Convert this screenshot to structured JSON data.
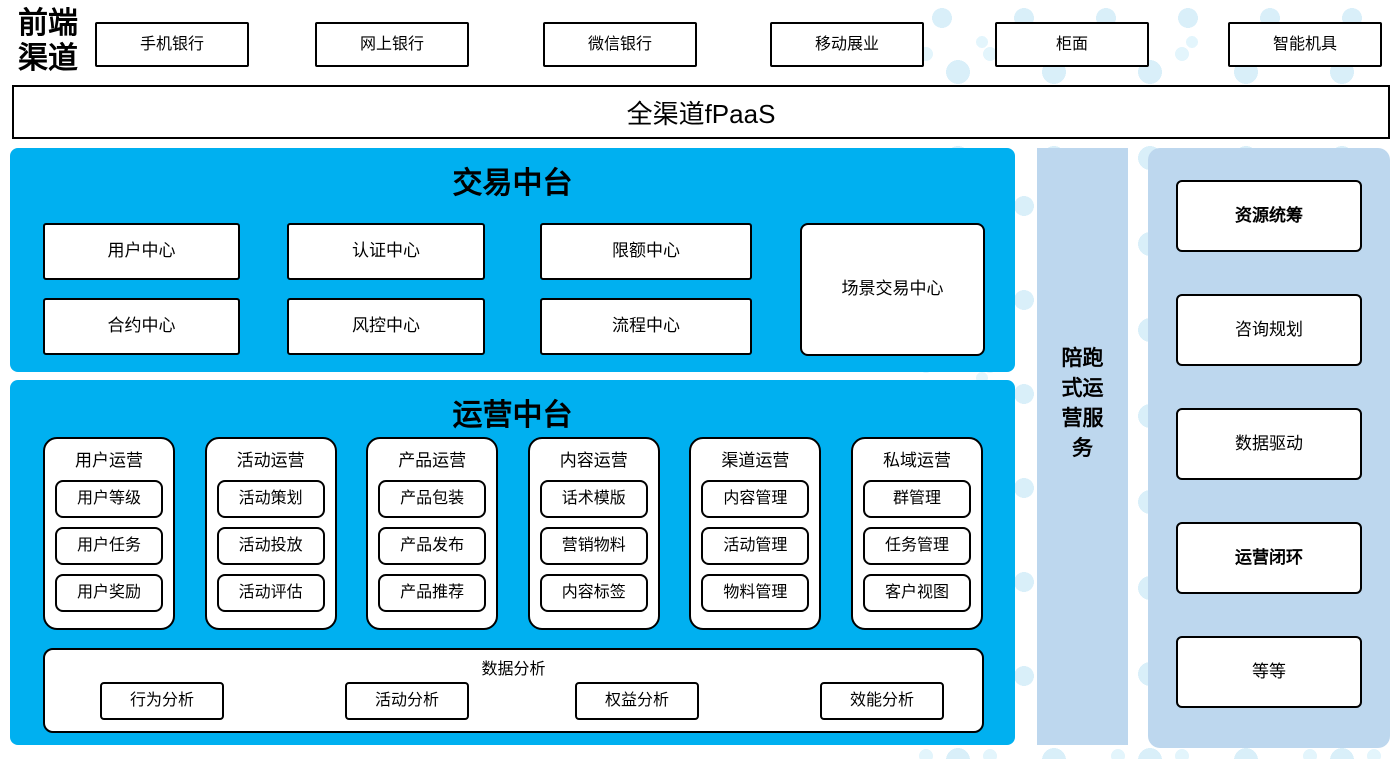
{
  "colors": {
    "accent_blue": "#00B0F0",
    "panel_blue": "#BDD7EE",
    "dot_blue": "#D9EFF9",
    "dot_blue_light": "#E3F5FC",
    "box_border": "#000000"
  },
  "front_channels": {
    "label": "前端渠道",
    "items": [
      "手机银行",
      "网上银行",
      "微信银行",
      "移动展业",
      "柜面",
      "智能机具"
    ]
  },
  "fpaas": {
    "label": "全渠道fPaaS"
  },
  "transaction_platform": {
    "title": "交易中台",
    "row1": [
      "用户中心",
      "认证中心",
      "限额中心"
    ],
    "row2": [
      "合约中心",
      "风控中心",
      "流程中心"
    ],
    "tall_box": "场景交易中心"
  },
  "operation_platform": {
    "title": "运营中台",
    "columns": [
      {
        "header": "用户运营",
        "items": [
          "用户等级",
          "用户任务",
          "用户奖励"
        ]
      },
      {
        "header": "活动运营",
        "items": [
          "活动策划",
          "活动投放",
          "活动评估"
        ]
      },
      {
        "header": "产品运营",
        "items": [
          "产品包装",
          "产品发布",
          "产品推荐"
        ]
      },
      {
        "header": "内容运营",
        "items": [
          "话术模版",
          "营销物料",
          "内容标签"
        ]
      },
      {
        "header": "渠道运营",
        "items": [
          "内容管理",
          "活动管理",
          "物料管理"
        ]
      },
      {
        "header": "私域运营",
        "items": [
          "群管理",
          "任务管理",
          "客户视图"
        ]
      }
    ],
    "data_analysis": {
      "header": "数据分析",
      "items": [
        "行为分析",
        "活动分析",
        "权益分析",
        "效能分析"
      ]
    }
  },
  "side_bar": {
    "label": "陪跑式运营服务"
  },
  "right_panel": {
    "items": [
      {
        "label": "资源统筹",
        "bold": true
      },
      {
        "label": "咨询规划",
        "bold": false
      },
      {
        "label": "数据驱动",
        "bold": false
      },
      {
        "label": "运营闭环",
        "bold": true
      },
      {
        "label": "等等",
        "bold": false
      }
    ]
  }
}
